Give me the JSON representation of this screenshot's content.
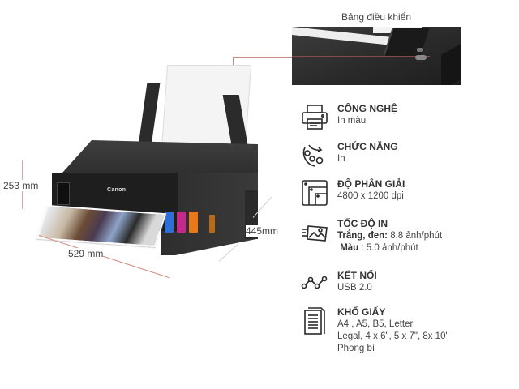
{
  "control_panel": {
    "label": "Bảng điều khiển"
  },
  "dimensions": {
    "height": "253 mm",
    "width": "529 mm",
    "depth": "445mm"
  },
  "printer": {
    "brand": "Canon",
    "ink_colors": {
      "cyan": "#2d6fd6",
      "magenta": "#c4288a",
      "yellow": "#e8781a",
      "black": "#b86a18"
    }
  },
  "specs": [
    {
      "icon": "printer-icon",
      "title": "CÔNG NGHỆ",
      "lines": [
        "In màu"
      ]
    },
    {
      "icon": "gears-icon",
      "title": "CHỨC NĂNG",
      "lines": [
        "In"
      ]
    },
    {
      "icon": "resolution-icon",
      "title": "ĐỘ PHÂN GIẢI",
      "lines": [
        "4800 x 1200 dpi"
      ]
    },
    {
      "icon": "speed-photo-icon",
      "title": "TỐC ĐỘ IN",
      "speed_mono_label": "Trắng, đen:",
      "speed_mono_value": "8.8 ảnh/phút",
      "speed_color_label": "Màu",
      "speed_color_value": ": 5.0 ảnh/phút"
    },
    {
      "icon": "connection-icon",
      "title": "KẾT NỐI",
      "lines": [
        "USB 2.0"
      ]
    },
    {
      "icon": "document-icon",
      "title": "KHỔ GIẤY",
      "lines": [
        "A4 , A5, B5, Letter",
        "Legal, 4 x 6\", 5 x 7\", 8x 10\"",
        "Phong bì"
      ]
    }
  ]
}
